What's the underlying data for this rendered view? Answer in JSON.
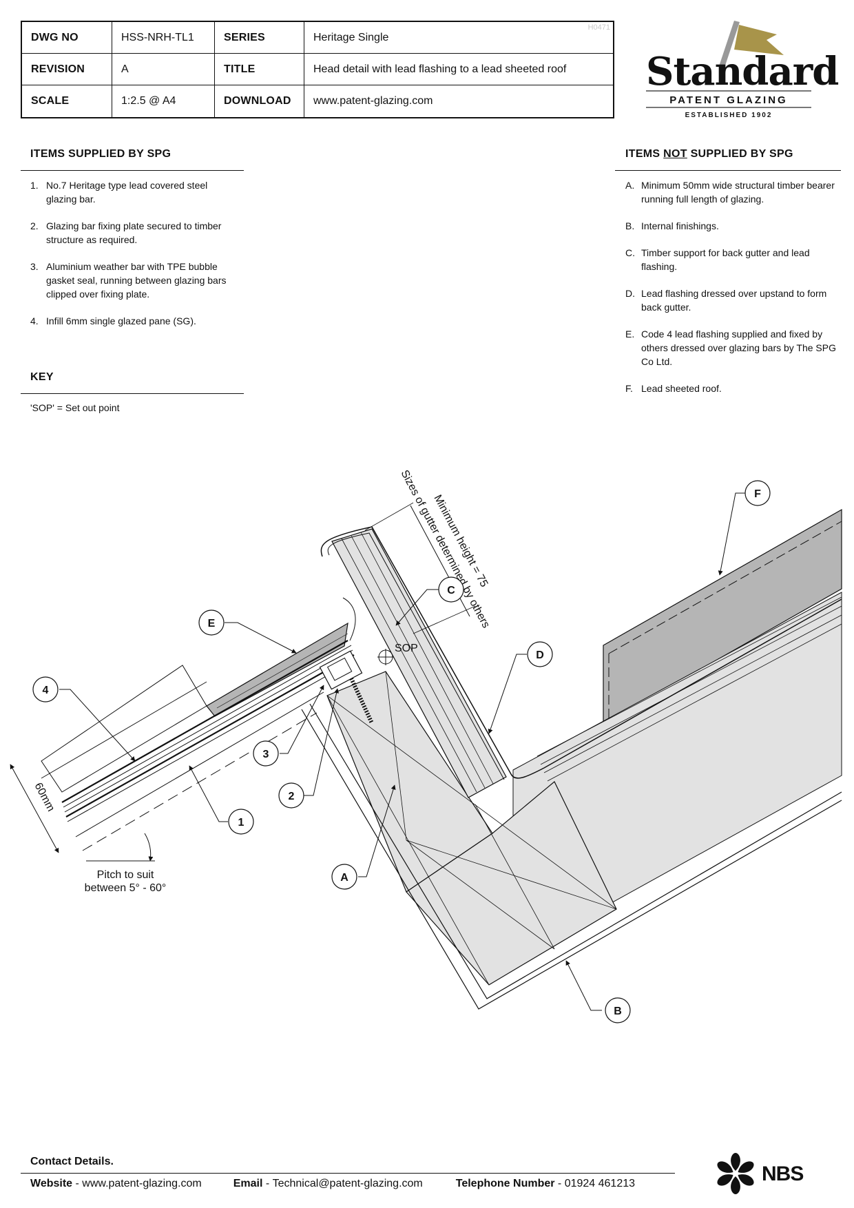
{
  "title_block": {
    "drawing_ref": "H0471",
    "rows": [
      {
        "label1": "DWG NO",
        "value1": "HSS-NRH-TL1",
        "label2": "SERIES",
        "value2": "Heritage Single"
      },
      {
        "label1": "REVISION",
        "value1": "A",
        "label2": "TITLE",
        "value2": "Head detail with lead flashing to a lead sheeted roof"
      },
      {
        "label1": "SCALE",
        "value1": "1:2.5 @ A4",
        "label2": "DOWNLOAD",
        "value2": "www.patent-glazing.com"
      }
    ]
  },
  "logo": {
    "word": "Standard",
    "sub": "PATENT GLAZING",
    "established": "ESTABLISHED 1902",
    "flag_color": "#a8944a",
    "pole_color": "#999999"
  },
  "supplied": {
    "heading": "ITEMS SUPPLIED BY SPG",
    "items": [
      {
        "marker": "1.",
        "text": "No.7 Heritage type lead covered steel glazing bar."
      },
      {
        "marker": "2.",
        "text": "Glazing bar fixing plate secured to timber structure as required."
      },
      {
        "marker": "3.",
        "text": "Aluminium weather bar with TPE bubble gasket seal, running between glazing bars clipped over fixing plate."
      },
      {
        "marker": "4.",
        "text": "Infill 6mm single glazed pane (SG)."
      }
    ]
  },
  "key": {
    "heading": "KEY",
    "text": "'SOP' = Set out point"
  },
  "not_supplied": {
    "heading_pre": "ITEMS ",
    "heading_not": "NOT",
    "heading_post": " SUPPLIED BY SPG",
    "items": [
      {
        "marker": "A.",
        "text": "Minimum 50mm wide structural timber bearer running full length of glazing."
      },
      {
        "marker": "B.",
        "text": "Internal finishings."
      },
      {
        "marker": "C.",
        "text": "Timber support for back gutter and lead flashing."
      },
      {
        "marker": "D.",
        "text": "Lead flashing dressed over upstand to form back gutter."
      },
      {
        "marker": "E.",
        "text": "Code 4 lead flashing supplied and fixed by others dressed over glazing bars by The SPG Co Ltd."
      },
      {
        "marker": "F.",
        "text": "Lead sheeted roof."
      }
    ]
  },
  "drawing": {
    "callouts": [
      "4",
      "E",
      "C",
      "D",
      "F",
      "3",
      "2",
      "1",
      "A",
      "B"
    ],
    "dim_gutter_1": "Sizes of gutter determined by others",
    "dim_gutter_2": "Minimum height = 75",
    "sop": "SOP",
    "dim_60": "60mm",
    "pitch_1": "Pitch to suit",
    "pitch_2": "between 5° - 60°",
    "lead_fill": "#b5b5b5",
    "timber_fill": "#e2e2e2"
  },
  "footer": {
    "heading": "Contact Details.",
    "website_label": "Website",
    "website_value": "www.patent-glazing.com",
    "email_label": "Email",
    "email_value": "Technical@patent-glazing.com",
    "phone_label": "Telephone Number",
    "phone_value": "01924 461213",
    "sep": " - ",
    "nbs": "NBS"
  }
}
